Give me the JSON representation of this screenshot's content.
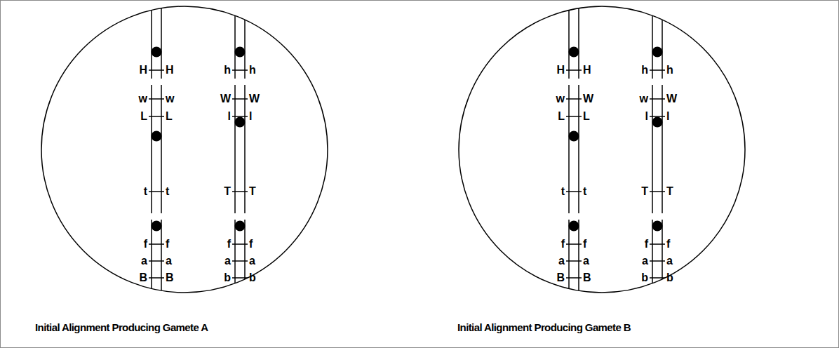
{
  "diagram": {
    "nodes": [
      {
        "text": [
          "Initial Alignment Producing Gamete A"
        ]
      },
      {
        "text": [
          "Initial Alignment Producing Gamete B"
        ]
      }
    ],
    "labels": [
      "H",
      "H",
      "h",
      "h",
      "w",
      "w",
      "W",
      "W",
      "L",
      "L",
      "l",
      "l",
      "t",
      "t",
      "T",
      "T",
      "f",
      "f",
      "f",
      "f",
      "a",
      "a",
      "a",
      "a",
      "B",
      "B",
      "b",
      "b",
      "H",
      "H",
      "h",
      "h",
      "w",
      "W",
      "w",
      "W",
      "L",
      "L",
      "l",
      "l",
      "t",
      "t",
      "T",
      "T",
      "f",
      "f",
      "f",
      "f",
      "a",
      "a",
      "a",
      "a",
      "B",
      "B",
      "b",
      "b"
    ]
  }
}
